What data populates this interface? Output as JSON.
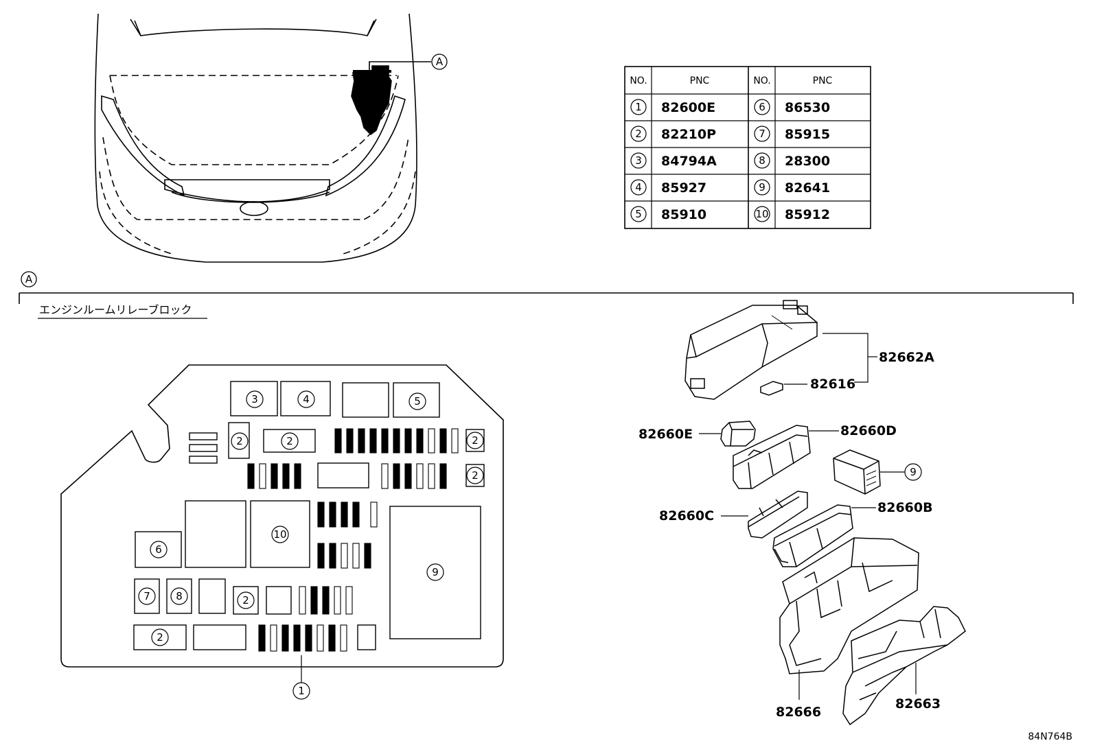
{
  "callout_letter": "A",
  "section_title": "エンジンルームリレーブロック",
  "drawing_number": "84N764B",
  "table": {
    "col_no": "NO.",
    "col_pnc": "PNC",
    "rows": [
      {
        "no": "1",
        "pnc": "82600E",
        "no2": "6",
        "pnc2": "86530"
      },
      {
        "no": "2",
        "pnc": "82210P",
        "no2": "7",
        "pnc2": "85915"
      },
      {
        "no": "3",
        "pnc": "84794A",
        "no2": "8",
        "pnc2": "28300"
      },
      {
        "no": "4",
        "pnc": "85927",
        "no2": "9",
        "pnc2": "82641"
      },
      {
        "no": "5",
        "pnc": "85910",
        "no2": "10",
        "pnc2": "85912"
      }
    ]
  },
  "relay_block": {
    "labels": {
      "r3": "3",
      "r4": "4",
      "r5": "5",
      "r2a": "2",
      "r2b": "2",
      "r2c": "2",
      "r2d": "2",
      "r2e": "2",
      "r2f": "2",
      "r6": "6",
      "r7": "7",
      "r8": "8",
      "r9": "9",
      "r10": "10",
      "r1": "1"
    }
  },
  "parts": {
    "p82662A": "82662A",
    "p82616": "82616",
    "p82660E": "82660E",
    "p82660D": "82660D",
    "p9": "9",
    "p82660C": "82660C",
    "p82660B": "82660B",
    "p82666": "82666",
    "p82663": "82663"
  }
}
